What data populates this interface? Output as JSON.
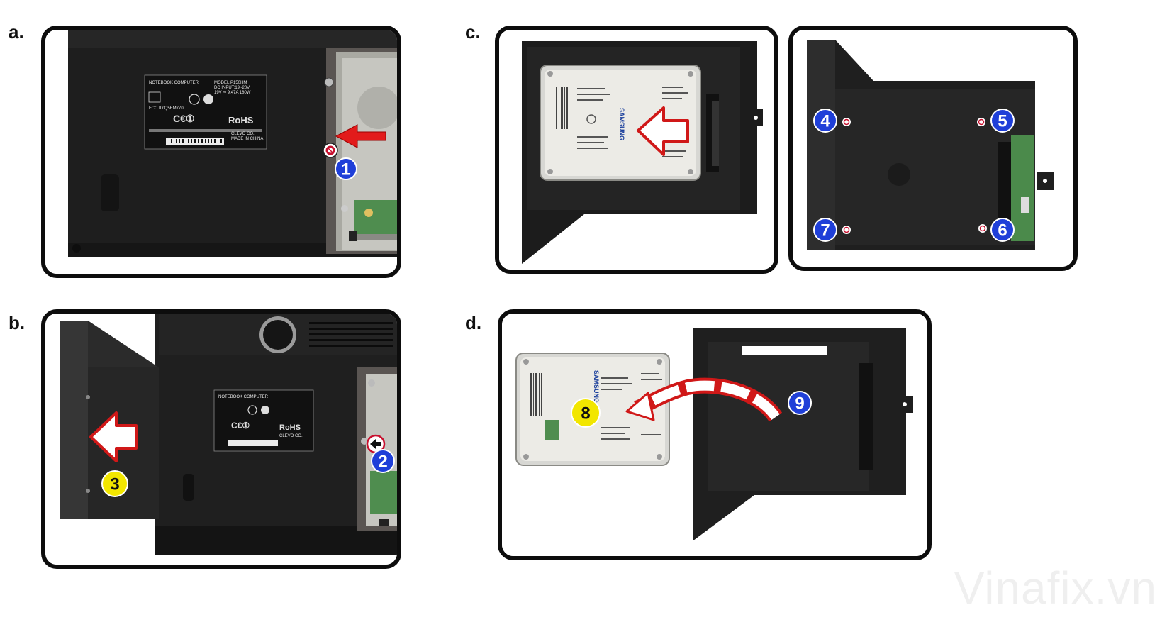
{
  "panels": {
    "a": {
      "letter": "a.",
      "steps": [
        "1"
      ]
    },
    "b": {
      "letter": "b.",
      "steps": [
        "2",
        "3"
      ]
    },
    "c": {
      "letter": "c.",
      "steps": [
        "4",
        "5",
        "6",
        "7"
      ]
    },
    "d": {
      "letter": "d.",
      "steps": [
        "8",
        "9"
      ]
    }
  },
  "label": {
    "line1": "NOTEBOOK COMPUTER",
    "line2": "MODEL:P150HM",
    "line3": "DC INPUT:19~20V",
    "line4": "19V ⎓ 9.47A 180W",
    "line5": "FCC ID:Q5EM770",
    "maker": "CLEVO CO.",
    "origin": "MADE IN CHINA",
    "rohs": "RoHS"
  },
  "drive": {
    "brand": "SAMSUNG"
  },
  "watermark": "Vinafix.vn",
  "colors": {
    "blue_badge": "#1f3fd8",
    "yellow_badge": "#f2e600",
    "red_arrow": "#e21b1b",
    "chassis": "#1b1b1b",
    "frame": "#0d0d0d"
  }
}
